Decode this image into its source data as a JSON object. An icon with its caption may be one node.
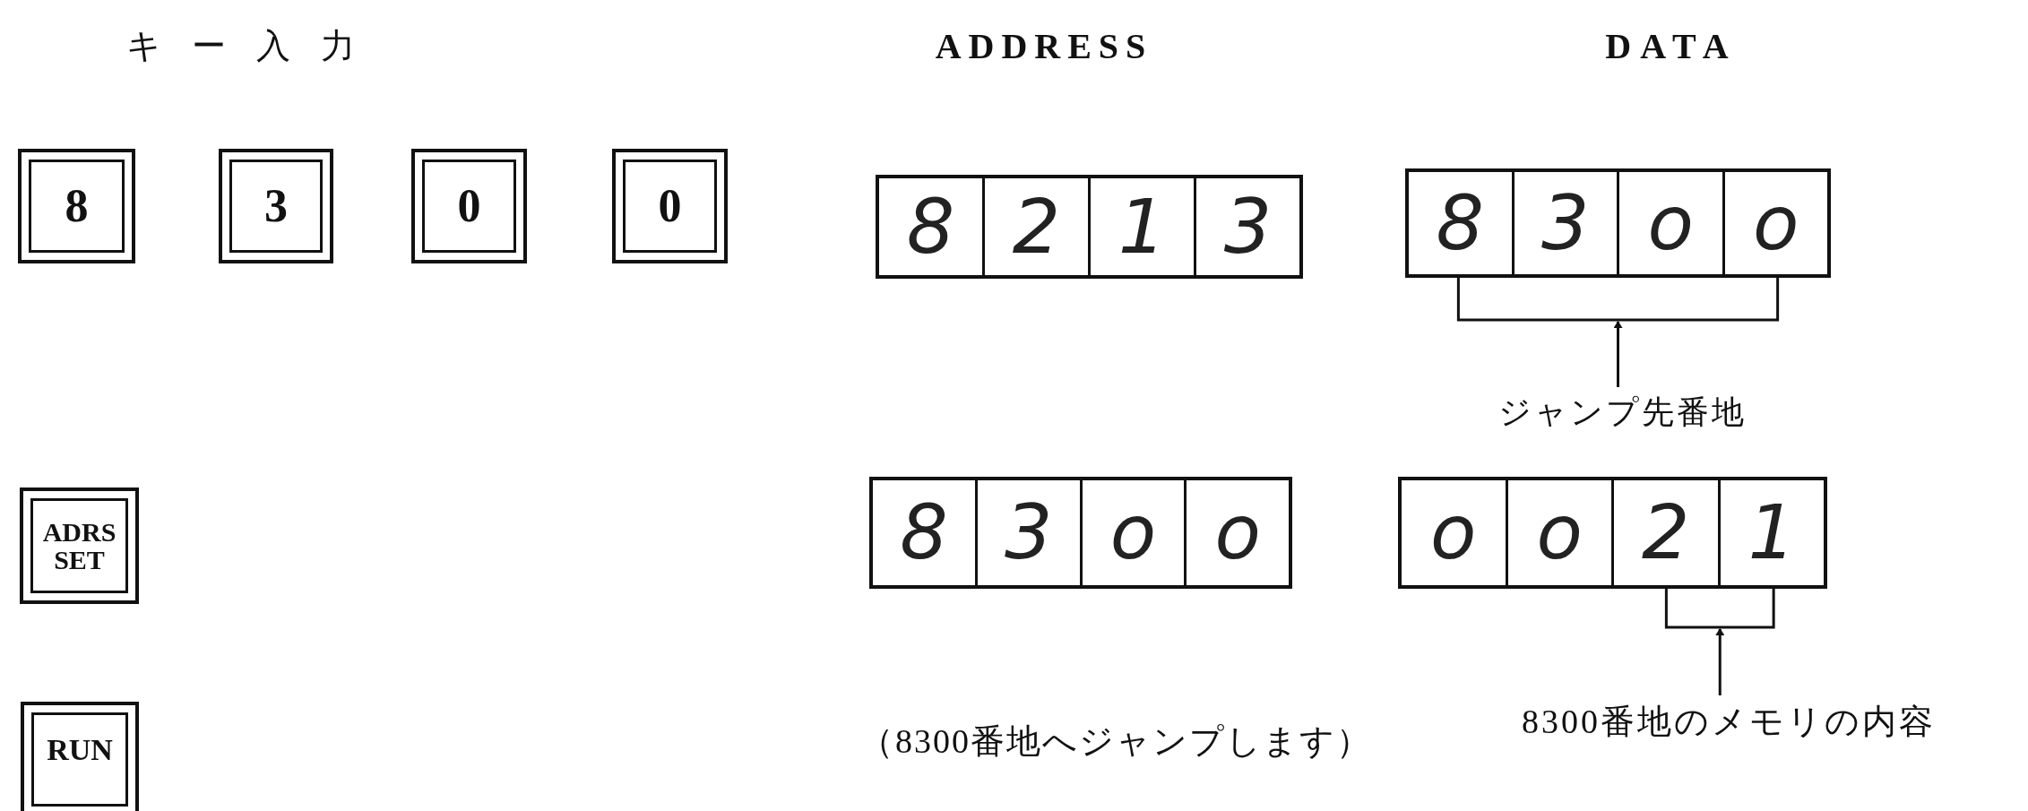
{
  "diagram": {
    "nodes": [
      {
        "text": [
          "8"
        ]
      },
      {
        "text": [
          "3"
        ]
      },
      {
        "text": [
          "0"
        ]
      },
      {
        "text": [
          "0"
        ]
      },
      {
        "text": [
          "8",
          "2",
          "1",
          "3"
        ]
      },
      {
        "text": [
          "8",
          "3",
          "o",
          "o"
        ]
      },
      {
        "text": [
          "ジャンプ先番地"
        ]
      },
      {
        "text": [
          "ADRS SET"
        ]
      },
      {
        "text": [
          "8",
          "3",
          "o",
          "o"
        ]
      },
      {
        "text": [
          "o",
          "o",
          "2",
          "1"
        ]
      },
      {
        "text": [
          "RUN"
        ]
      },
      {
        "text": [
          "8300番地のメモリの内容"
        ]
      }
    ],
    "edges": [
      {
        "from": 6,
        "to": 5,
        "arrow": "to"
      },
      {
        "from": 11,
        "to": 9,
        "arrow": "to"
      }
    ],
    "labels": [
      "キー入力",
      "ADDRESS",
      "DATA",
      "（8300番地へジャンプします）"
    ]
  }
}
